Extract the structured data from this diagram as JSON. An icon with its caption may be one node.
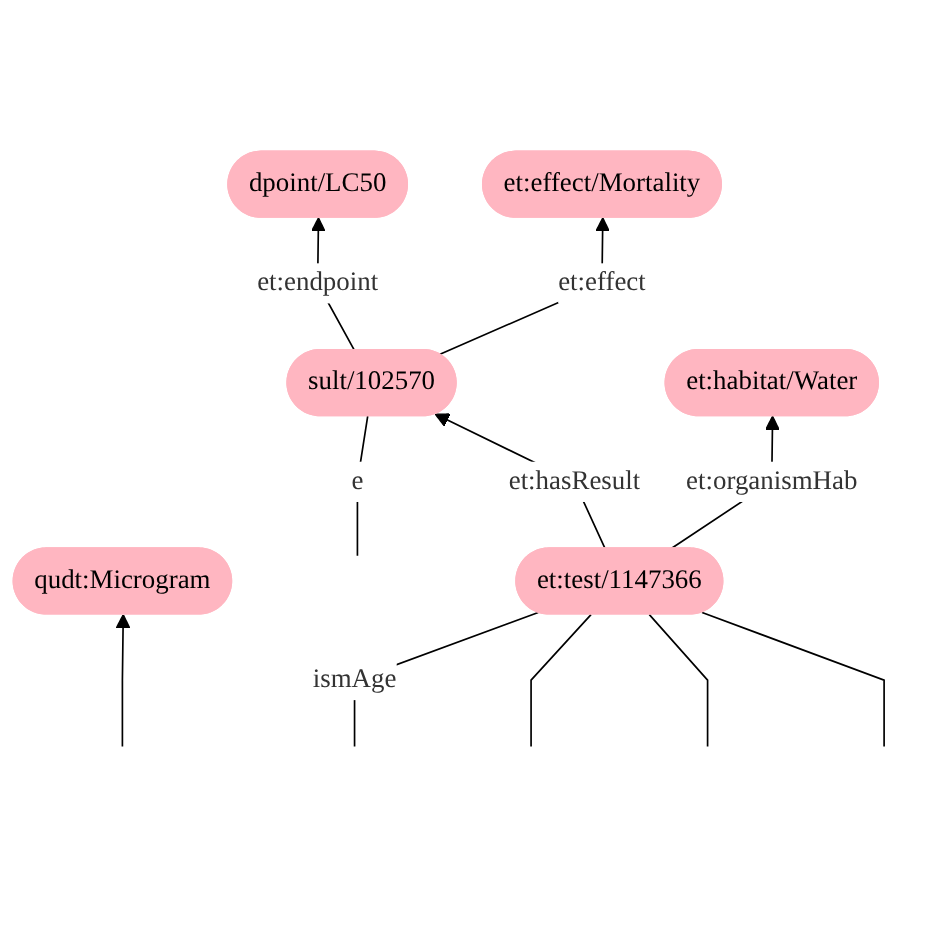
{
  "diagram": {
    "nodes": [
      {
        "text": [
          "qudt:Microgram"
        ]
      },
      {
        "text": [
          "dpoint/LC50"
        ]
      },
      {
        "text": [
          "et:effect/Mortality"
        ]
      },
      {
        "text": [
          "sult/102570"
        ]
      },
      {
        "text": [
          "et:habitat/Water"
        ]
      },
      {
        "text": [
          "et:test/1147366"
        ]
      }
    ],
    "edges": [
      {
        "from": null,
        "to": 0,
        "arrow": "to"
      },
      {
        "from": 3,
        "to": 1,
        "arrow": "to",
        "label": "et:endpoint"
      },
      {
        "from": 3,
        "to": 2,
        "arrow": "to",
        "label": "et:effect"
      },
      {
        "from": 3,
        "to": null,
        "arrow": "none",
        "label": "e"
      },
      {
        "from": 5,
        "to": 3,
        "arrow": "to",
        "label": "et:hasResult"
      },
      {
        "from": 5,
        "to": 4,
        "arrow": "to",
        "label": "et:organismHab"
      },
      {
        "from": 5,
        "to": null,
        "arrow": "none",
        "label": "ismAge"
      },
      {
        "from": 5,
        "to": null,
        "arrow": "none"
      },
      {
        "from": 5,
        "to": null,
        "arrow": "none"
      },
      {
        "from": 5,
        "to": null,
        "arrow": "none"
      }
    ]
  }
}
